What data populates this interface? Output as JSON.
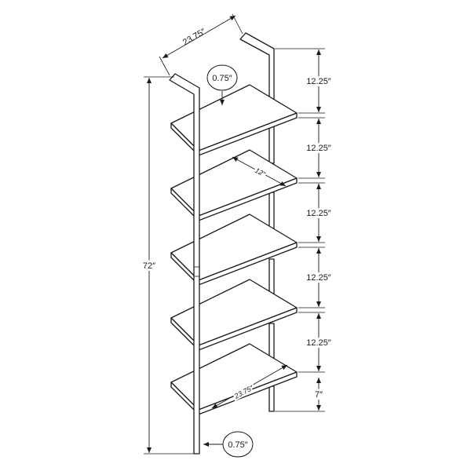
{
  "dimensions": {
    "top_width": "23.75″",
    "total_height": "72″",
    "shelf_thickness_top": "0.75″",
    "shelf_depth": "12″",
    "shelf_width_bottom": "23.75″",
    "shelf_thickness_bottom": "0.75″",
    "gaps": [
      "12.25″",
      "12.25″",
      "12.25″",
      "12.25″",
      "12.25″"
    ],
    "bottom_gap": "7″"
  },
  "colors": {
    "line": "#1a1a1a",
    "fill": "#ffffff"
  },
  "icons": {
    "callout_circles": "circle-callout",
    "dimension_arrows": "arrow-head"
  }
}
